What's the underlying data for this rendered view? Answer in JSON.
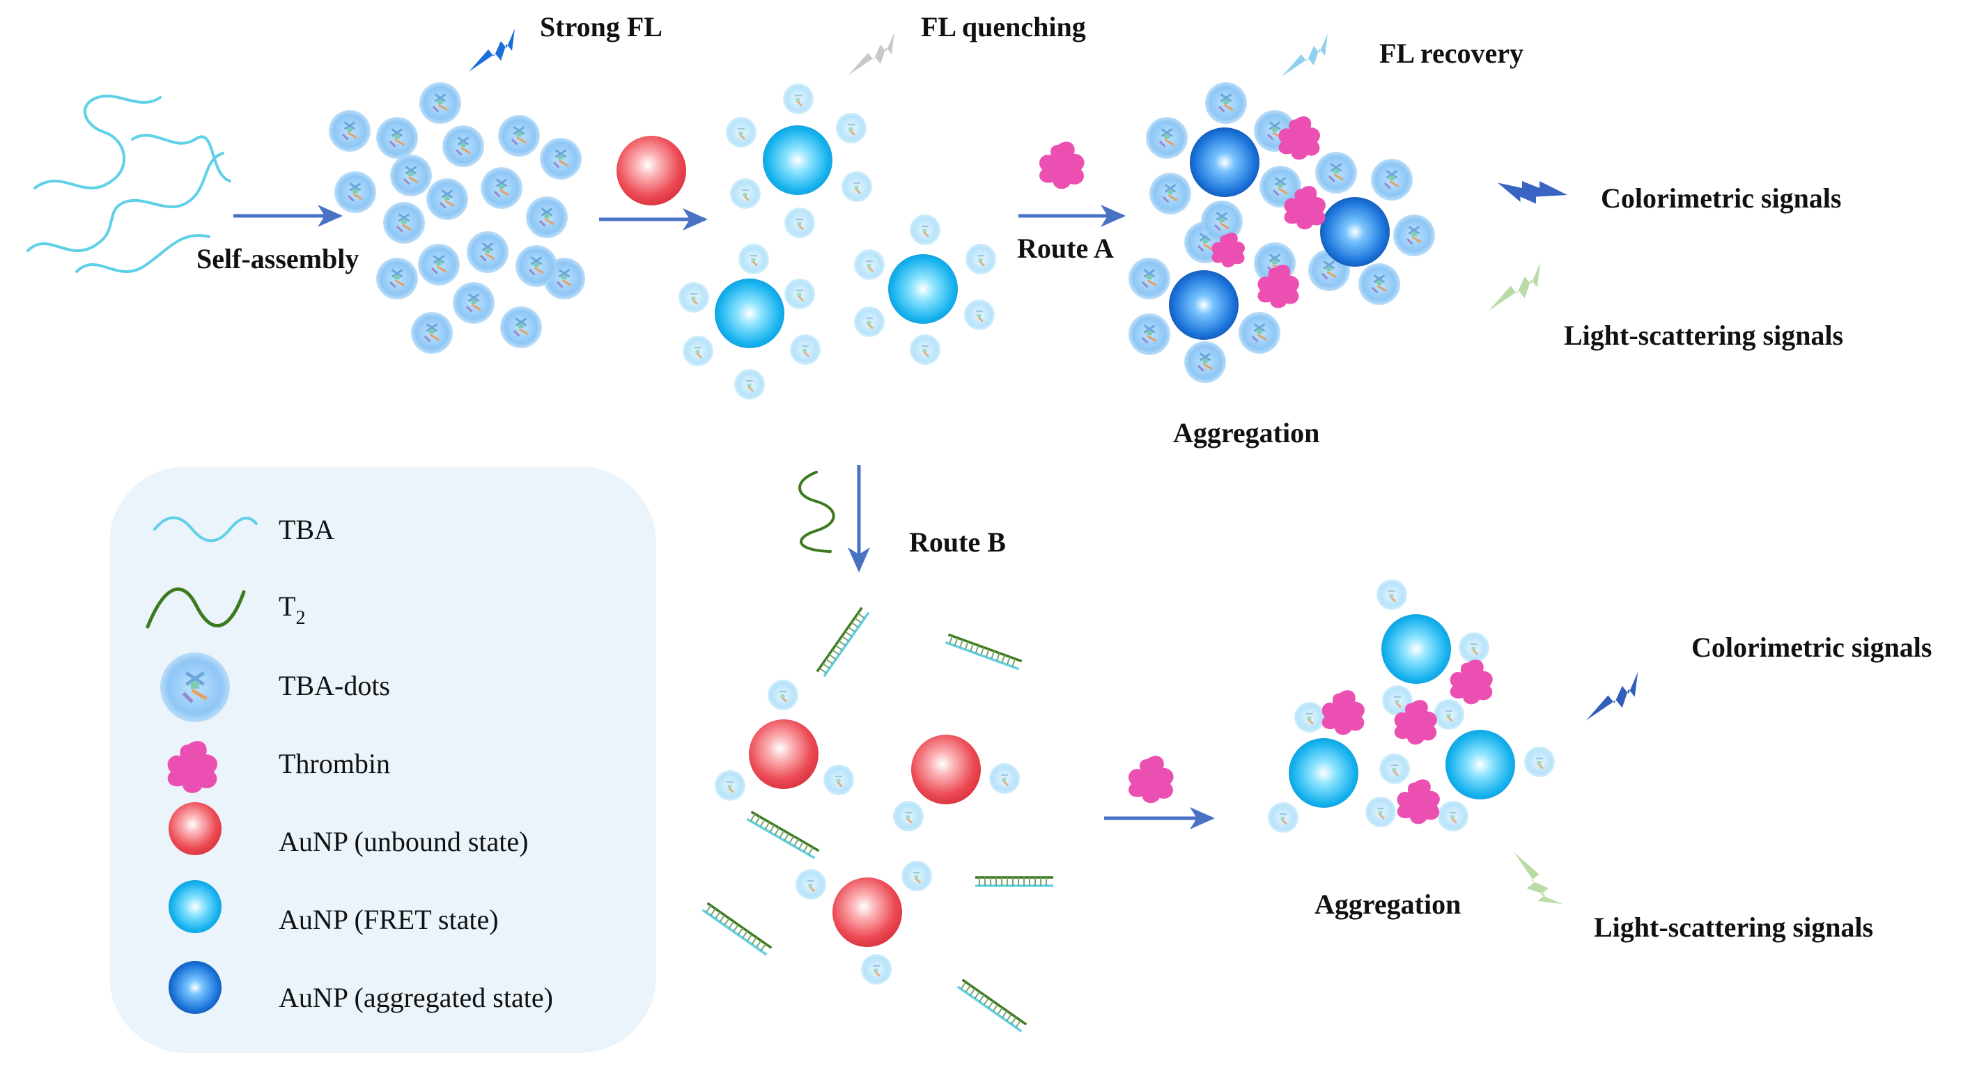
{
  "labels": {
    "strong_fl": "Strong FL",
    "fl_quenching": "FL quenching",
    "fl_recovery": "FL recovery",
    "self_assembly": "Self-assembly",
    "route_a": "Route A",
    "route_b": "Route B",
    "colorimetric_a": "Colorimetric signals",
    "light_scattering_a": "Light-scattering signals",
    "aggregation_a": "Aggregation",
    "colorimetric_b": "Colorimetric signals",
    "light_scattering_b": "Light-scattering signals",
    "aggregation_b": "Aggregation"
  },
  "legend": {
    "tba": "TBA",
    "t2_main": "T",
    "t2_sub": "2",
    "tba_dots": "TBA-dots",
    "thrombin": "Thrombin",
    "aunp_unbound": "AuNP (unbound state)",
    "aunp_fret": "AuNP (FRET state)",
    "aunp_aggregated": "AuNP (aggregated state)"
  },
  "colors": {
    "tba": "#5fd0e8",
    "t2": "#3d7a1f",
    "thrombin": "#ec4fb2",
    "aunp_unbound": "#e8424e",
    "aunp_fret": "#15b0ea",
    "aunp_aggregated": "#1566cc",
    "arrow": "#4a72c4",
    "legend_bg": "#eaf4fa"
  }
}
